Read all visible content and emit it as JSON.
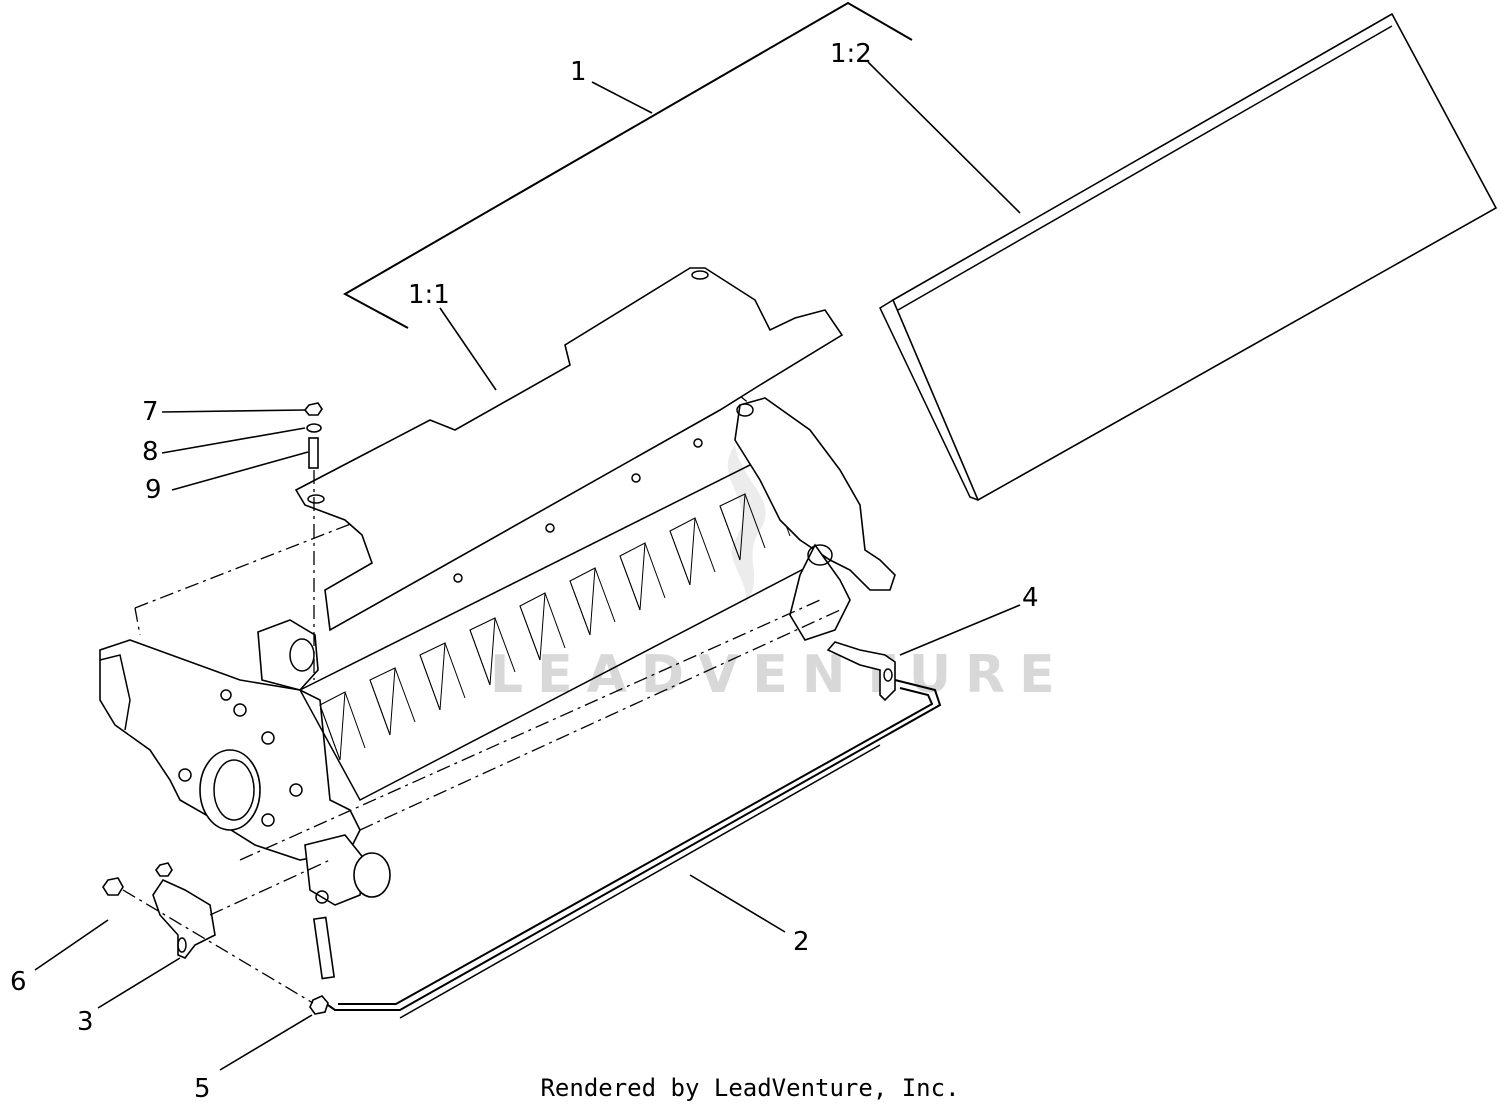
{
  "callouts": {
    "c1": "1",
    "c1_1": "1:1",
    "c1_2": "1:2",
    "c2": "2",
    "c3": "3",
    "c4": "4",
    "c5": "5",
    "c6": "6",
    "c7": "7",
    "c8": "8",
    "c9": "9"
  },
  "watermark": "LEADVENTURE",
  "footer": "Rendered by LeadVenture, Inc."
}
